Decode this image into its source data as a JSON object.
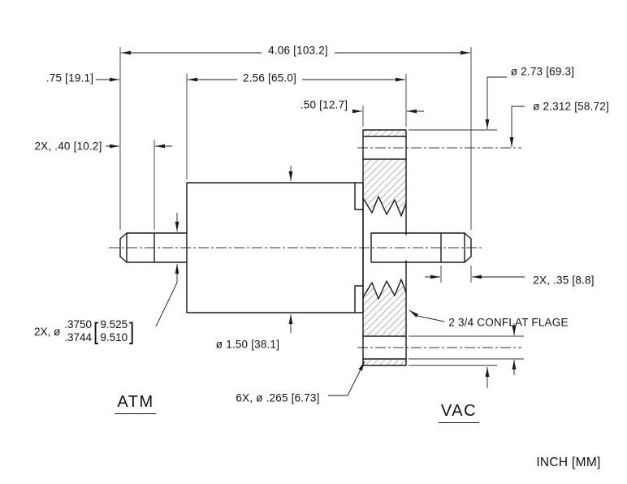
{
  "drawing": {
    "dimensions": {
      "overall_length": "4.06 [103.2]",
      "left_shaft_length": ".75 [19.1]",
      "body_to_flange_face": "2.56 [65.0]",
      "flange_thickness": ".50 [12.7]",
      "flange_od": "ø 2.73 [69.3]",
      "bolt_circle_dia": "ø 2.312 [58.72]",
      "left_step": "2X, .40 [10.2]",
      "right_step": "2X, .35 [8.8]",
      "shaft_dia_prefix": "2X, ø",
      "shaft_dia_in_upper": ".3750",
      "shaft_dia_in_lower": ".3744",
      "shaft_dia_mm_upper": "9.525",
      "shaft_dia_mm_lower": "9.510",
      "bracket_open": "[",
      "bracket_close": "]",
      "body_dia": "ø 1.50 [38.1]",
      "bolt_holes": "6X, ø .265 [6.73]"
    },
    "notes": {
      "flange": "2 3/4 CONFLAT FLAGE",
      "units": "INCH [MM]"
    },
    "labels": {
      "left_side": "ATM",
      "right_side": "VAC"
    },
    "colors": {
      "line": "#1a1a1a",
      "background": "#ffffff"
    }
  }
}
